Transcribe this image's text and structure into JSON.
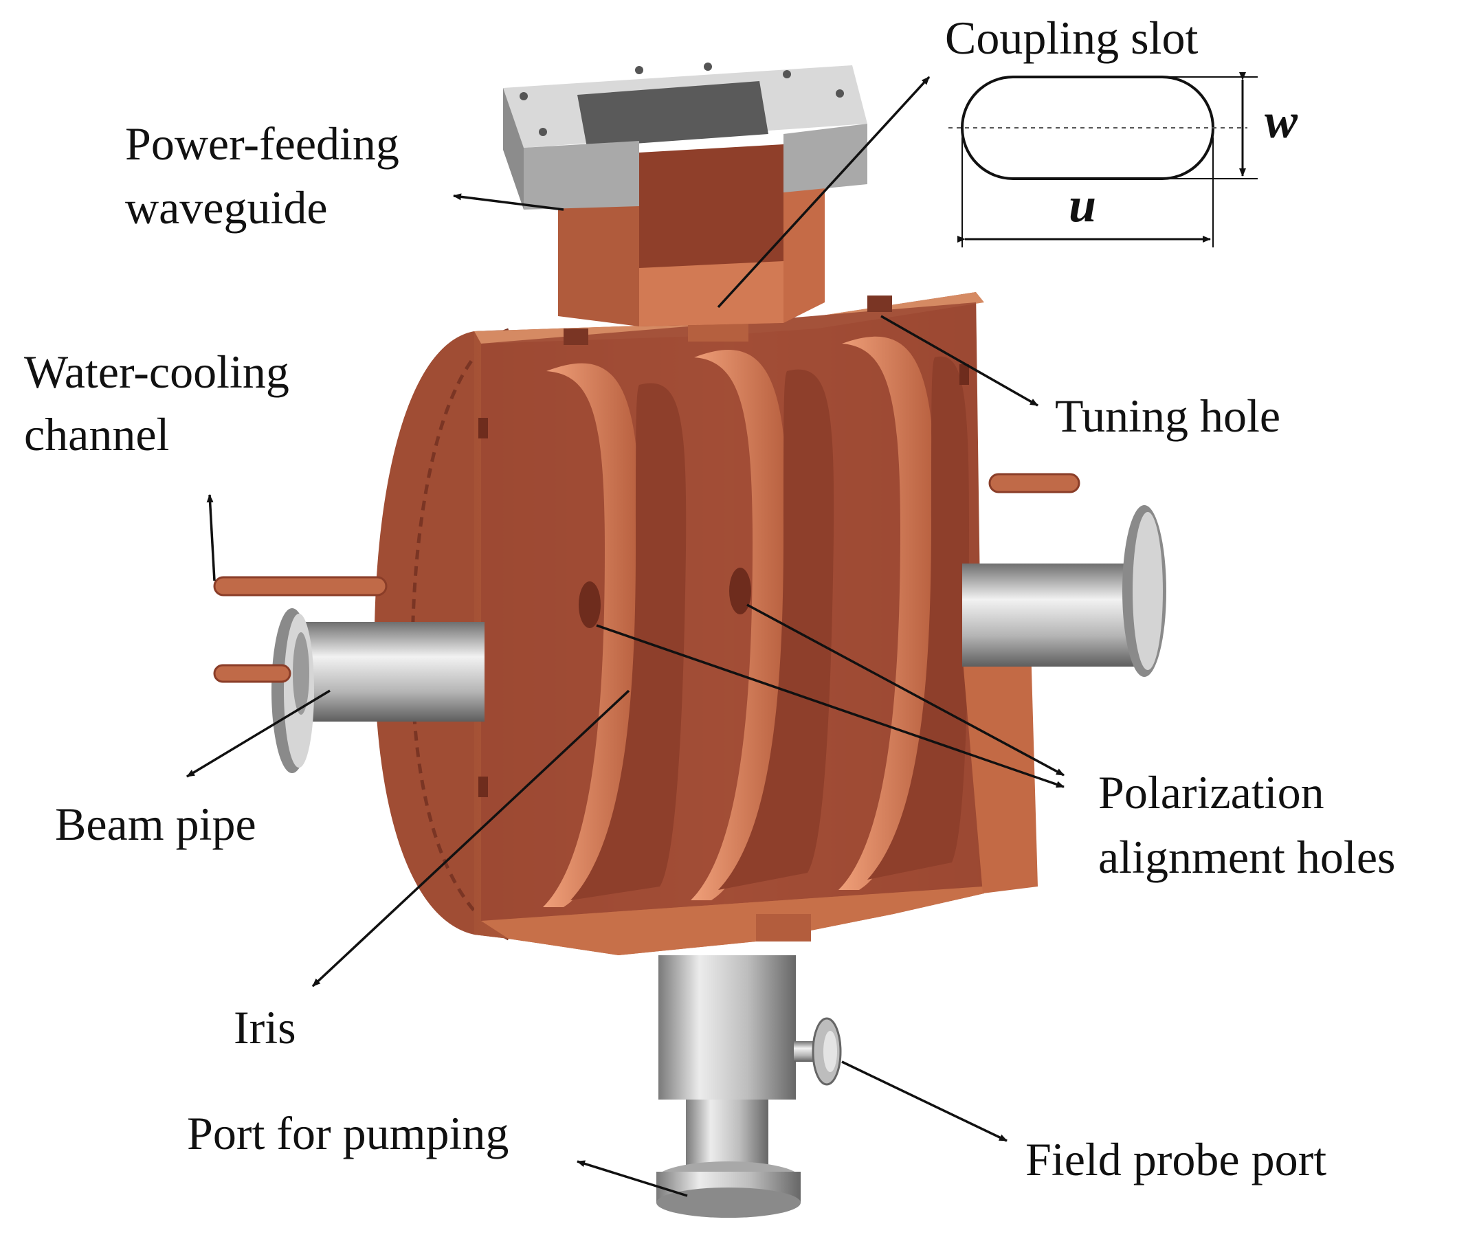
{
  "labels": {
    "coupling_slot": "Coupling slot",
    "dim_w": "w",
    "dim_u": "u",
    "power_feeding": [
      "Power-feeding",
      "waveguide"
    ],
    "water_cooling": [
      "Water-cooling",
      "channel"
    ],
    "tuning_hole": "Tuning hole",
    "beam_pipe": "Beam pipe",
    "polarization": [
      "Polarization",
      "alignment holes"
    ],
    "iris": "Iris",
    "port_pumping": "Port for pumping",
    "field_probe": "Field probe port"
  },
  "colors": {
    "copper_dark": "#9a4a33",
    "copper_mid": "#b9603f",
    "copper_light": "#d9855f",
    "copper_shadow": "#7c3525",
    "steel_light": "#e8e8e8",
    "steel_mid": "#b8b8b8",
    "steel_dark": "#6f6f6f",
    "ink": "#111111"
  }
}
